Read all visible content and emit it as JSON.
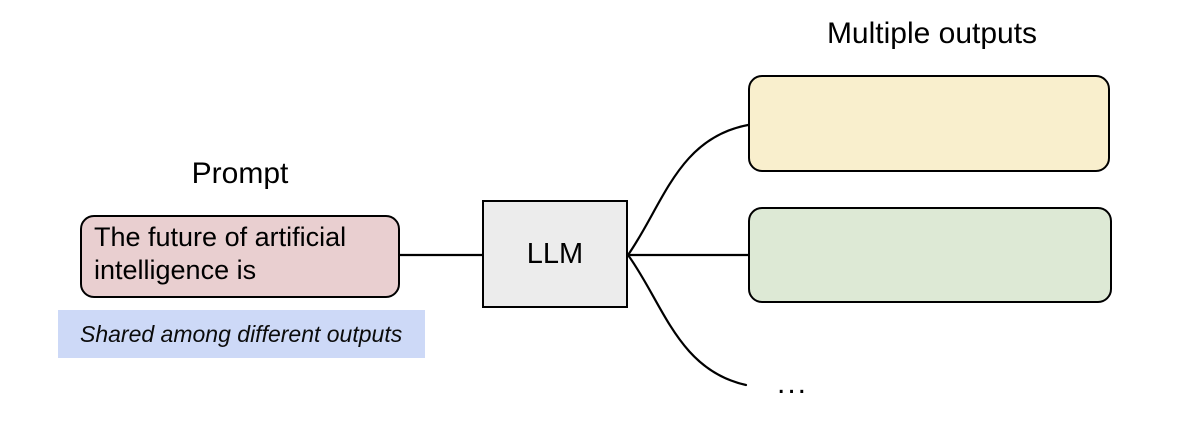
{
  "colors": {
    "stroke": "#000000",
    "prompt_fill": "#e9cfd0",
    "note_fill": "#cdd9f7",
    "llm_fill": "#ececec",
    "output1_fill": "#f9efcd",
    "output2_fill": "#dde9d5",
    "background": "#ffffff"
  },
  "prompt": {
    "title": "Prompt",
    "box_text": "The future of artificial intelligence is",
    "note": "Shared among different outputs"
  },
  "llm": {
    "label": "LLM"
  },
  "outputs": {
    "title": "Multiple outputs",
    "ellipsis": "..."
  }
}
